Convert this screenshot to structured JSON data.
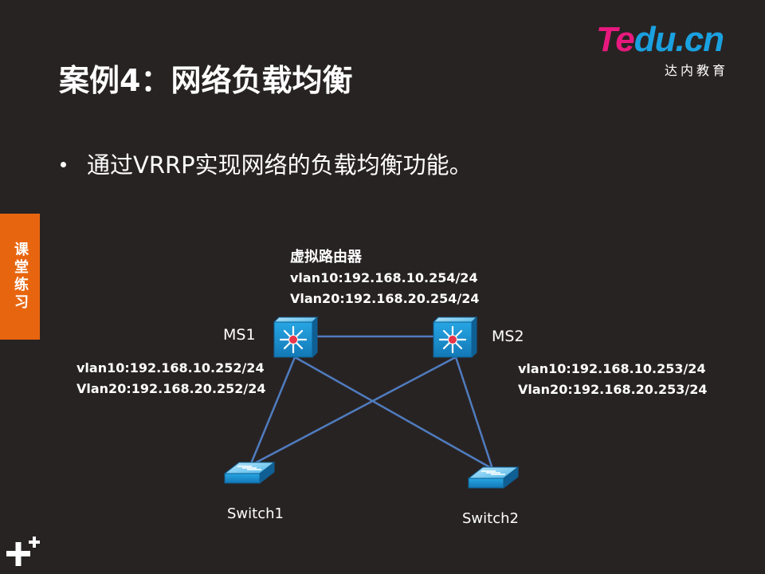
{
  "logo": {
    "part1": "Te",
    "part2": "du.cn",
    "subtitle": "达内教育"
  },
  "slide": {
    "title": "案例4：网络负载均衡",
    "bullet": "通过VRRP实现网络的负载均衡功能。",
    "side_tab": "课堂练习"
  },
  "diagram": {
    "virtual_router": {
      "title": "虚拟路由器",
      "line1": "vlan10:192.168.10.254/24",
      "line2": "Vlan20:192.168.20.254/24"
    },
    "ms1": {
      "name": "MS1",
      "line1": "vlan10:192.168.10.252/24",
      "line2": "Vlan20:192.168.20.252/24"
    },
    "ms2": {
      "name": "MS2",
      "line1": "vlan10:192.168.10.253/24",
      "line2": "Vlan20:192.168.20.253/24"
    },
    "switch1": {
      "name": "Switch1"
    },
    "switch2": {
      "name": "Switch2"
    }
  },
  "colors": {
    "background": "#282323",
    "accent_orange": "#e8650f",
    "link": "#4f7cbf",
    "device_blue": "#1f9ad6"
  }
}
